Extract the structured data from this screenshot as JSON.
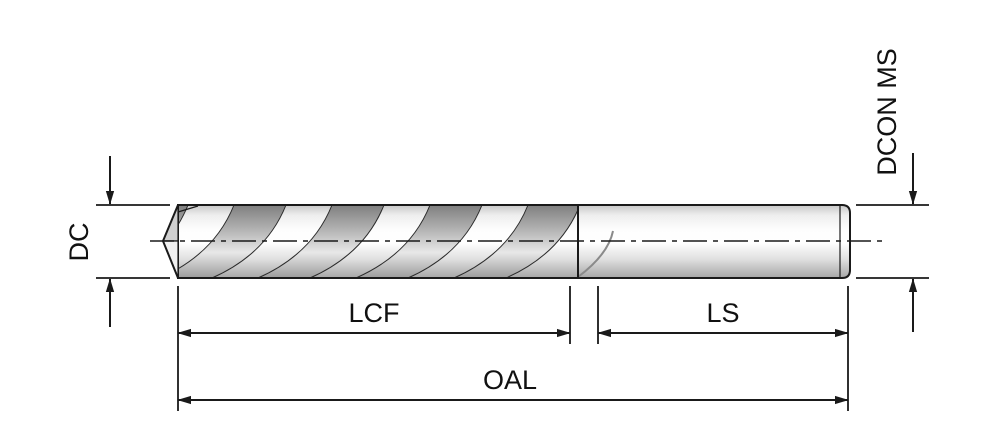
{
  "diagram": {
    "type": "technical-drawing",
    "subject": "solid twist drill side view with dimension callouts",
    "labels": {
      "dc": "DC",
      "dcon_ms": "DCON MS",
      "lcf": "LCF",
      "ls": "LS",
      "oal": "OAL"
    },
    "colors": {
      "line": "#1a1a1a",
      "background": "#ffffff",
      "body_light": "#ffffff",
      "body_dark": "#a6a6a6",
      "flute_dark": "#7f7f7f"
    }
  }
}
